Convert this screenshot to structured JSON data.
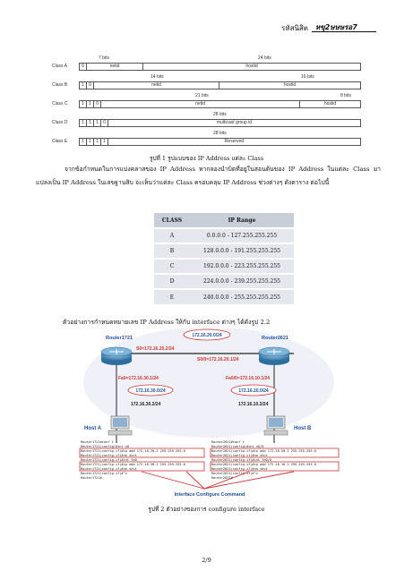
{
  "header": {
    "student_id_label": "รหัสนิสิต",
    "student_id_value": "หขุ2ษษษรอ7"
  },
  "class_diagram": {
    "rows": [
      {
        "name": "Class A",
        "bits": [
          "0"
        ],
        "segments": [
          "netid",
          "hostid"
        ],
        "top_labels": [
          "7 bits",
          "24 bits"
        ]
      },
      {
        "name": "Class B",
        "bits": [
          "1",
          "0"
        ],
        "segments": [
          "netid",
          "hostid"
        ],
        "top_labels": [
          "14 bits",
          "16 bits"
        ]
      },
      {
        "name": "Class C",
        "bits": [
          "1",
          "1",
          "0"
        ],
        "segments": [
          "netid",
          "hostid"
        ],
        "top_labels": [
          "21 bits",
          "8 bits"
        ]
      },
      {
        "name": "Class D",
        "bits": [
          "1",
          "1",
          "1",
          "0"
        ],
        "segments": [
          "multicast group id"
        ],
        "top_labels": [
          "28 bits"
        ]
      },
      {
        "name": "Class E",
        "bits": [
          "1",
          "1",
          "1",
          "1"
        ],
        "segments": [
          "Reserved"
        ],
        "top_labels": [
          "28 bits"
        ]
      }
    ]
  },
  "figure1_caption": "รูปที่ 1 รูปแบบของ IP Address แต่ละ Class",
  "paragraph1": "จากข้อกำหนดในการแบ่งคลาสของ IP Address หากลองนำบิตที่อยู่ในสอนต้นของ IP Address ในแต่ละ Class มาแปลงเป็น IP Address ในเลขฐานสิบ จะเห็นว่าแต่ละ Class ครอบคลุม IP Address ช่วงต่างๆ ดังตาราง ต่อไปนี้",
  "ip_table": {
    "headers": [
      "CLASS",
      "IP Range"
    ],
    "rows": [
      {
        "cls": "A",
        "range": "0.0.0.0 - 127.255.255.255"
      },
      {
        "cls": "B",
        "range": "128.0.0.0 - 191.255.255.255"
      },
      {
        "cls": "C",
        "range": "192.0.0.0 - 223.255.255.255"
      },
      {
        "cls": "D",
        "range": "224.0.0.0 - 239.255.255.255"
      },
      {
        "cls": "E",
        "range": "240.0.0.0 - 255.255.255.255"
      }
    ]
  },
  "paragraph2": "ตัวอย่างการกำหนดหมายเลข IP Address ให้กับ interface ต่างๆ ได้ดังรูป 2.2",
  "network": {
    "router_left": "Router1721",
    "router_right": "Router2621",
    "net_top": "172.16.20.0/24",
    "s0_left": "S0=172.16.20.2/24",
    "s00_right": "S0/0=172.16.20.1/24",
    "fa0_left": "Fa0=172.16.30.1/24",
    "fa00_right": "Fa0/0=172.16.10.1/24",
    "net_left": "172.16.30.0/24",
    "net_right": "172.16.10.0/24",
    "host_a_ip": "172.16.30.2/24",
    "host_b_ip": "172.16.10.2/24",
    "host_a": "Host A",
    "host_b": "Host B",
    "cli_left": [
      "Router1721#conf t",
      "Router1721(config)#int s0",
      "Router1721(config-if)#ip add 172.16.20.2 255.255.255.0",
      "Router1721(config-if)#no shut",
      "Router1721(config-if)#int fa0",
      "Router1721(config-if)#ip add 172.16.30.1 255.255.255.0",
      "Router1721(config-if)#no shut",
      "Router1721(config-if)#^z",
      "Router1721#"
    ],
    "cli_right": [
      "Router2621#conf t",
      "Router2621(config)#int s0/0",
      "Router2621(config-if)#ip add 172.16.20.1 255.255.255.0",
      "Router2621(config-if)#no shut",
      "Router2621(config-if)#int fa0/0",
      "Router2621(config-if)#ip add 172.16.10.1 255.255.255.0",
      "Router2621(config-if)#no shut",
      "Router2621(config-if)#^z",
      "Router2621#"
    ],
    "callout": "Interface Configure Command"
  },
  "figure2_caption": "รูปที่ 2 ตัวอย่างของการ configure interface",
  "page_number": "2/9"
}
